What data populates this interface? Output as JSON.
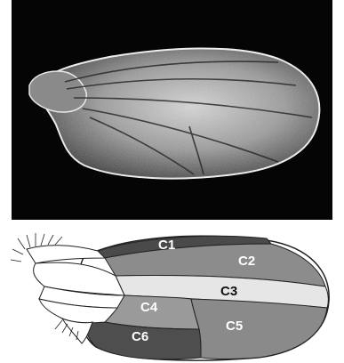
{
  "figure": {
    "photo": {
      "alt": "Photograph of an insect wing on a black background"
    },
    "diagram": {
      "regions": [
        {
          "id": "C1",
          "label": "C1",
          "color": "#4a4a4a"
        },
        {
          "id": "C2",
          "label": "C2",
          "color": "#8c8c8c"
        },
        {
          "id": "C3",
          "label": "C3",
          "color": "#e6e6e6"
        },
        {
          "id": "C4",
          "label": "C4",
          "color": "#9a9a9a"
        },
        {
          "id": "C5",
          "label": "C5",
          "color": "#8a8a8a"
        },
        {
          "id": "C6",
          "label": "C6",
          "color": "#4e4e4e"
        }
      ]
    }
  }
}
